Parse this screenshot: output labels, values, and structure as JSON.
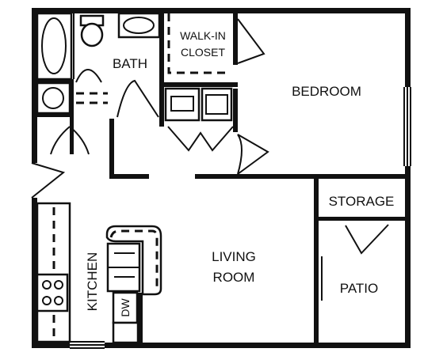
{
  "plan": {
    "rooms": {
      "bath": "BATH",
      "closet_line1": "WALK-IN",
      "closet_line2": "CLOSET",
      "bedroom": "BEDROOM",
      "storage": "STORAGE",
      "living_line1": "LIVING",
      "living_line2": "ROOM",
      "patio": "PATIO",
      "kitchen": "KITCHEN",
      "dishwasher": "DW"
    },
    "fixture_icons": [
      "bathtub-icon",
      "toilet-icon",
      "sink-icon",
      "washer-icon",
      "dryer-icon",
      "stove-icon",
      "refrigerator-icon"
    ],
    "colors": {
      "line": "#111111",
      "background": "#ffffff"
    }
  }
}
